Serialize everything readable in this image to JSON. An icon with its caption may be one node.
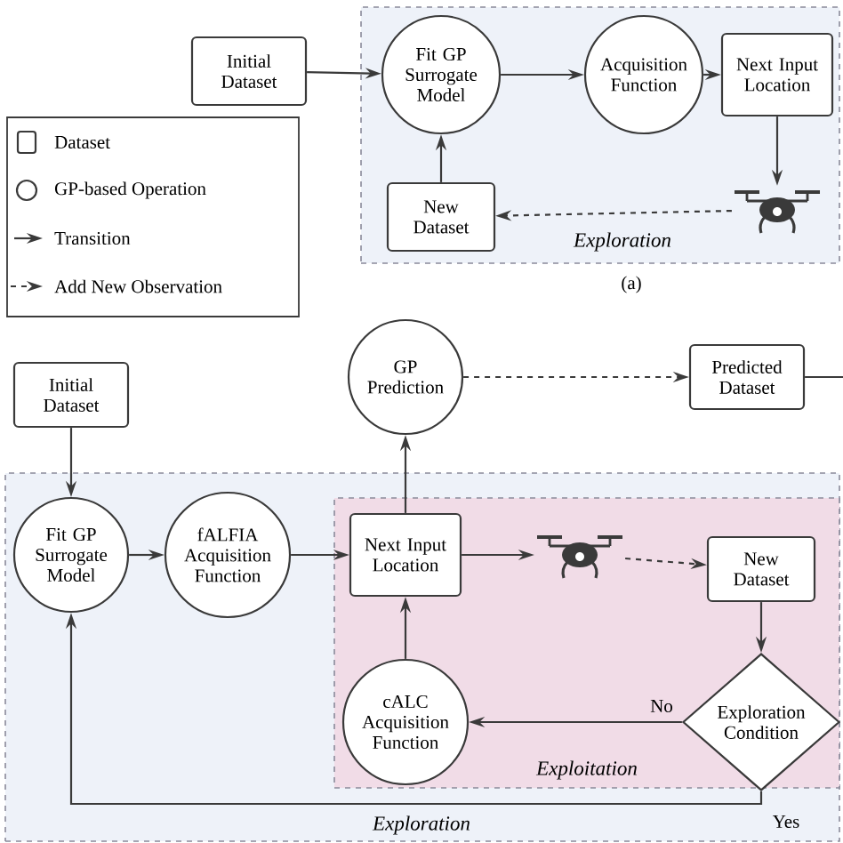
{
  "diagram": {
    "nodes": [
      {
        "text": [
          "Initial Dataset"
        ]
      },
      {
        "text": [
          "Exploration"
        ]
      },
      {
        "text": [
          "Fit GP Surrogate Model"
        ],
        "in": 1
      },
      {
        "text": [
          "Acquisition Function"
        ],
        "in": 1
      },
      {
        "text": [
          "Next Input Location"
        ],
        "in": 1
      },
      {
        "text": [
          "New Dataset"
        ],
        "in": 1
      },
      {
        "text": [],
        "shape": "picture",
        "in": 1
      },
      {
        "text": [
          "Initial Dataset"
        ]
      },
      {
        "text": [
          "GP Prediction"
        ]
      },
      {
        "text": [
          "Predicted Dataset"
        ]
      },
      {
        "text": [
          "Exploration"
        ]
      },
      {
        "text": [
          "Fit GP Surrogate Model"
        ],
        "in": 10
      },
      {
        "text": [
          "fALFIA Acquisition Function"
        ],
        "in": 10
      },
      {
        "text": [
          "Exploitation"
        ],
        "in": 10
      },
      {
        "text": [
          "Next Input Location"
        ],
        "in": 13
      },
      {
        "text": [],
        "shape": "picture",
        "in": 13
      },
      {
        "text": [
          "New Dataset"
        ],
        "in": 13
      },
      {
        "text": [
          "cALC Acquisition Function"
        ],
        "in": 13
      },
      {
        "text": [
          "Exploration Condition"
        ],
        "in": 13
      }
    ],
    "edges": [
      {
        "from": 0,
        "to": 2,
        "arrow": "to"
      },
      {
        "from": 2,
        "to": 3,
        "arrow": "to"
      },
      {
        "from": 3,
        "to": 4,
        "arrow": "to"
      },
      {
        "from": 4,
        "to": 6,
        "arrow": "to"
      },
      {
        "from": 6,
        "to": 5,
        "arrow": "to",
        "style": "dashed"
      },
      {
        "from": 5,
        "to": 2,
        "arrow": "to"
      },
      {
        "from": 7,
        "to": 11,
        "arrow": "to"
      },
      {
        "from": 11,
        "to": 12,
        "arrow": "to"
      },
      {
        "from": 12,
        "to": 14,
        "arrow": "to"
      },
      {
        "from": 14,
        "to": 8,
        "arrow": "to"
      },
      {
        "from": 8,
        "to": 9,
        "arrow": "to",
        "style": "dashed"
      },
      {
        "from": 9,
        "to": null,
        "arrow": "none"
      },
      {
        "from": 14,
        "to": 15,
        "arrow": "to"
      },
      {
        "from": 15,
        "to": 16,
        "arrow": "to",
        "style": "dashed"
      },
      {
        "from": 16,
        "to": 18,
        "arrow": "to"
      },
      {
        "from": 18,
        "to": 17,
        "arrow": "to",
        "label": "No"
      },
      {
        "from": 17,
        "to": 14,
        "arrow": "to"
      },
      {
        "from": 18,
        "to": 11,
        "arrow": "to",
        "label": "Yes"
      }
    ],
    "labels": [
      "(a)"
    ],
    "legend": [
      {
        "text": "Dataset"
      },
      {
        "text": "GP-based Operation"
      },
      {
        "text": "Transition"
      },
      {
        "text": "Add New Observation"
      }
    ]
  }
}
